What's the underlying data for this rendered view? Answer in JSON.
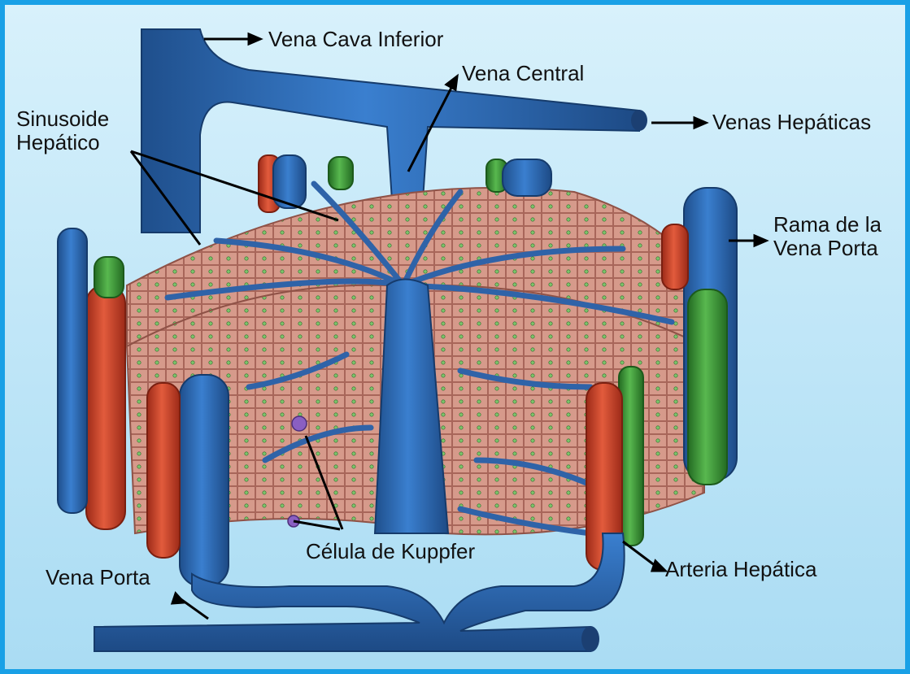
{
  "labels": {
    "vena_cava_inferior": "Vena Cava Inferior",
    "vena_central": "Vena Central",
    "venas_hepaticas": "Venas Hepáticas",
    "sinusoide_line1": "Sinusoide",
    "sinusoide_line2": "Hepático",
    "rama_line1": "Rama de la",
    "rama_line2": "Vena Porta",
    "celula_kuppfer": "Célula de Kuppfer",
    "vena_porta": "Vena Porta",
    "arteria_hepatica": "Arteria Hepática"
  },
  "colors": {
    "vein_blue": "#2f6db5",
    "artery_red": "#d5462c",
    "bile_green": "#3d9f3c",
    "tissue_pink": "#d99b8d",
    "frame_border": "#19a0e6"
  }
}
